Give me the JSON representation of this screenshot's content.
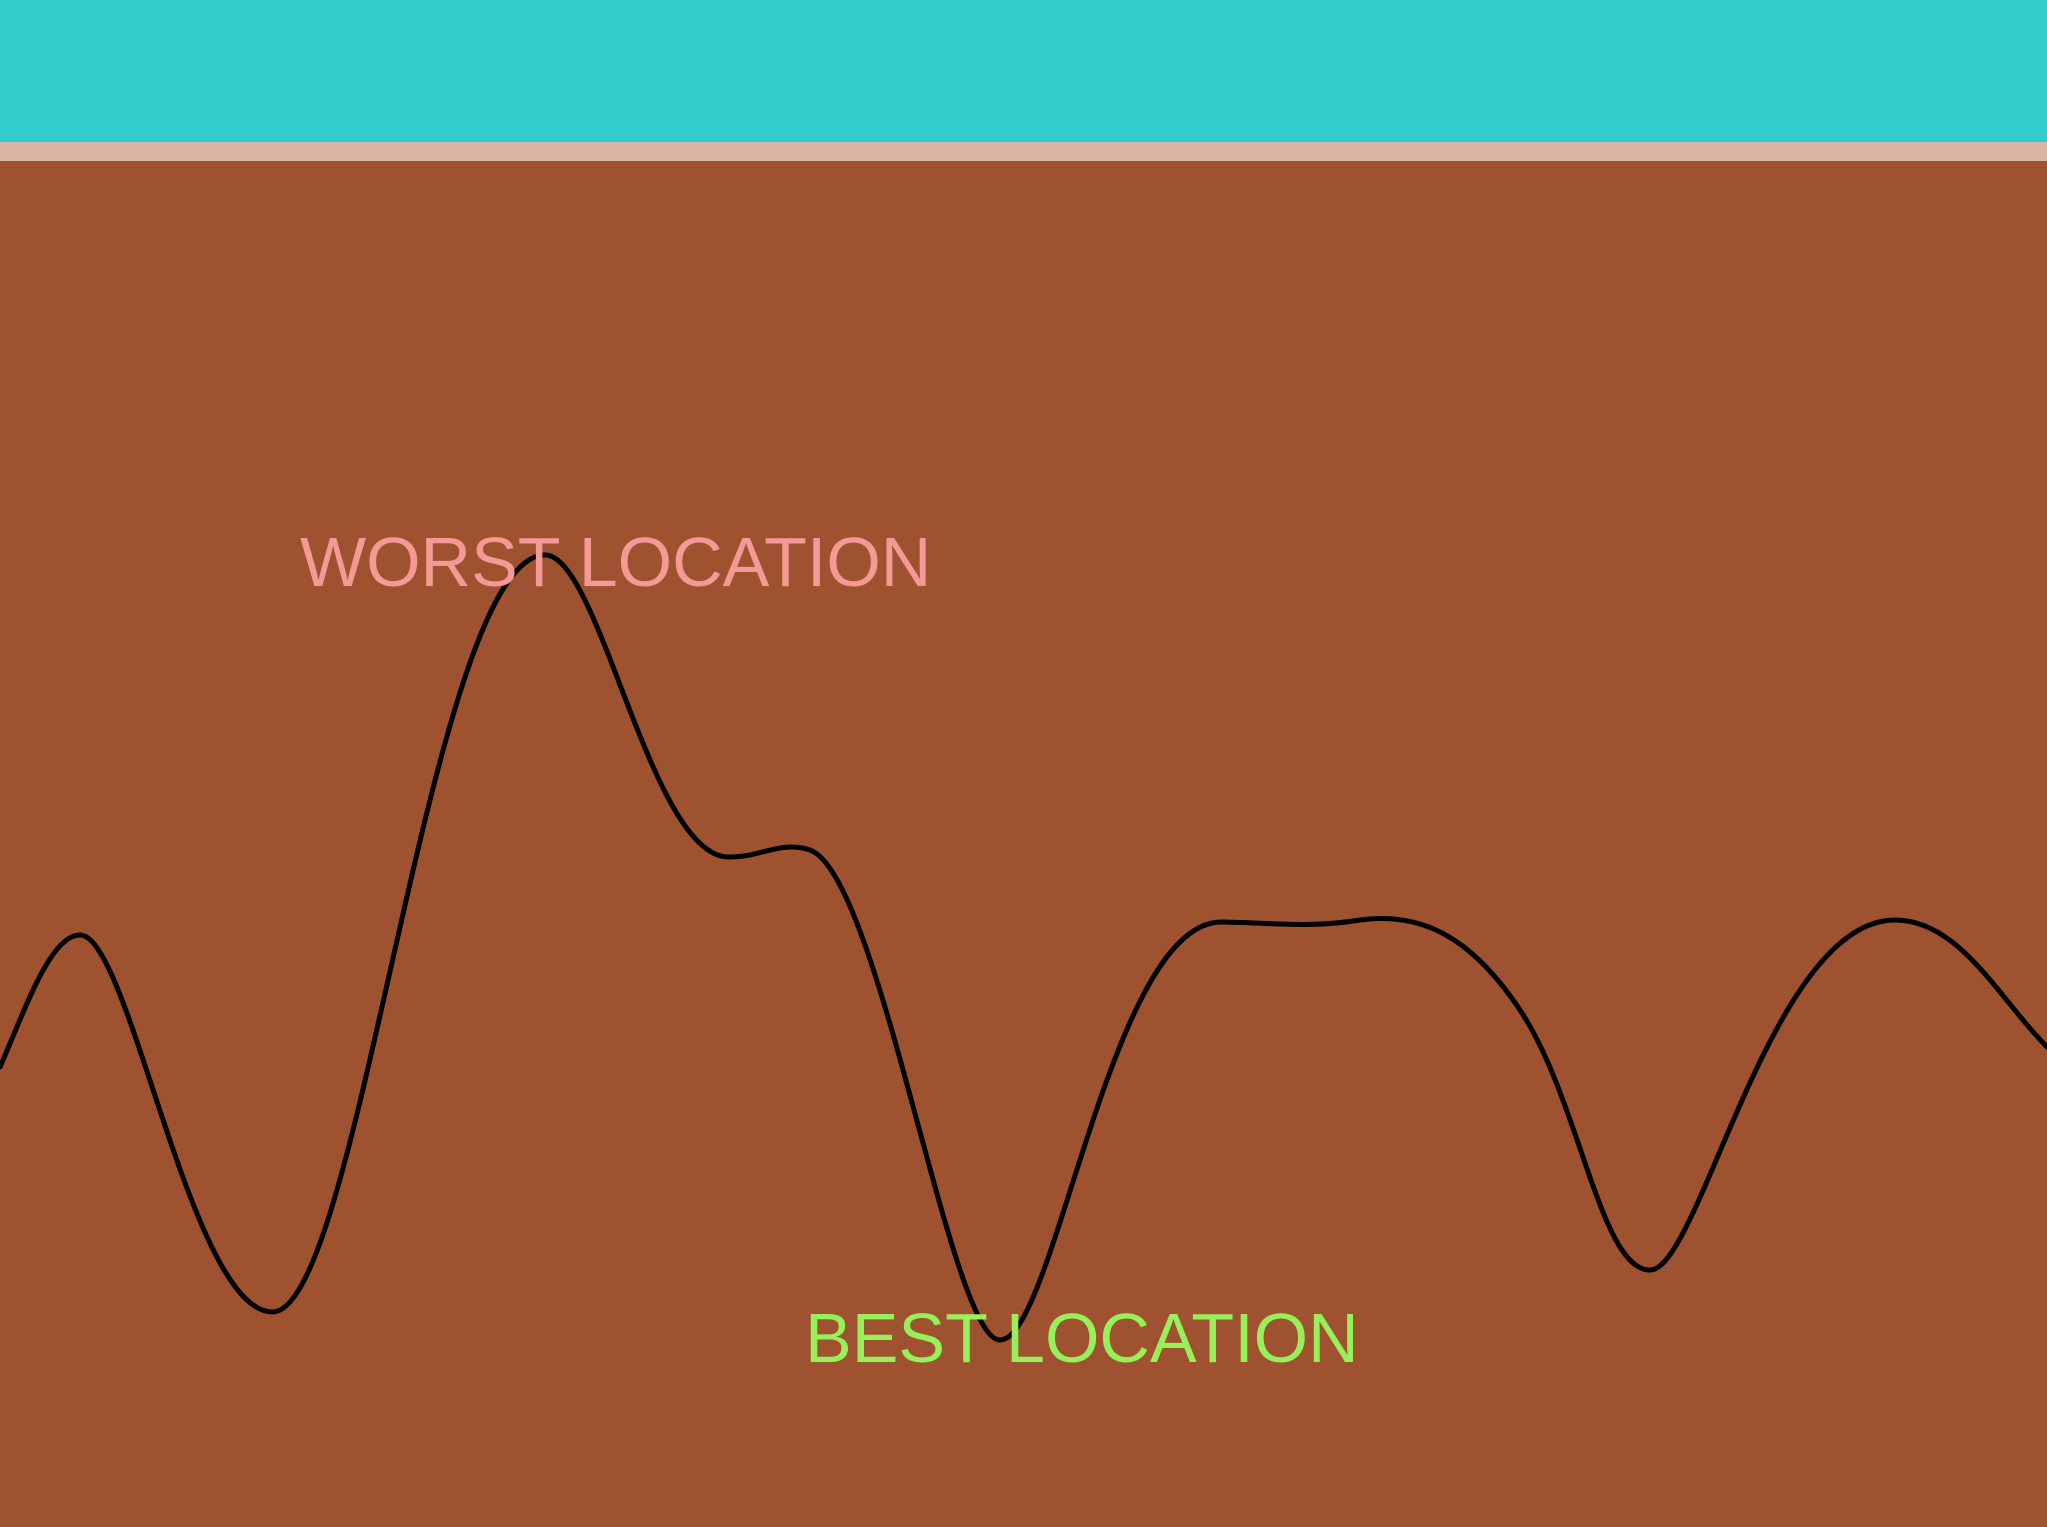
{
  "colors": {
    "sky": "#33cccc",
    "ground_edge": "#dab5a6",
    "ground": "#9f522f",
    "curve": "#000000",
    "worst_label": "#f49a96",
    "best_label": "#96f05a"
  },
  "labels": {
    "worst": "WORST LOCATION",
    "best": "BEST LOCATION"
  },
  "curve": {
    "description_shape": "wavy-profile",
    "extrema": [
      {
        "kind": "peak",
        "rank": "highest"
      },
      {
        "kind": "trough",
        "rank": "lowest"
      }
    ]
  }
}
